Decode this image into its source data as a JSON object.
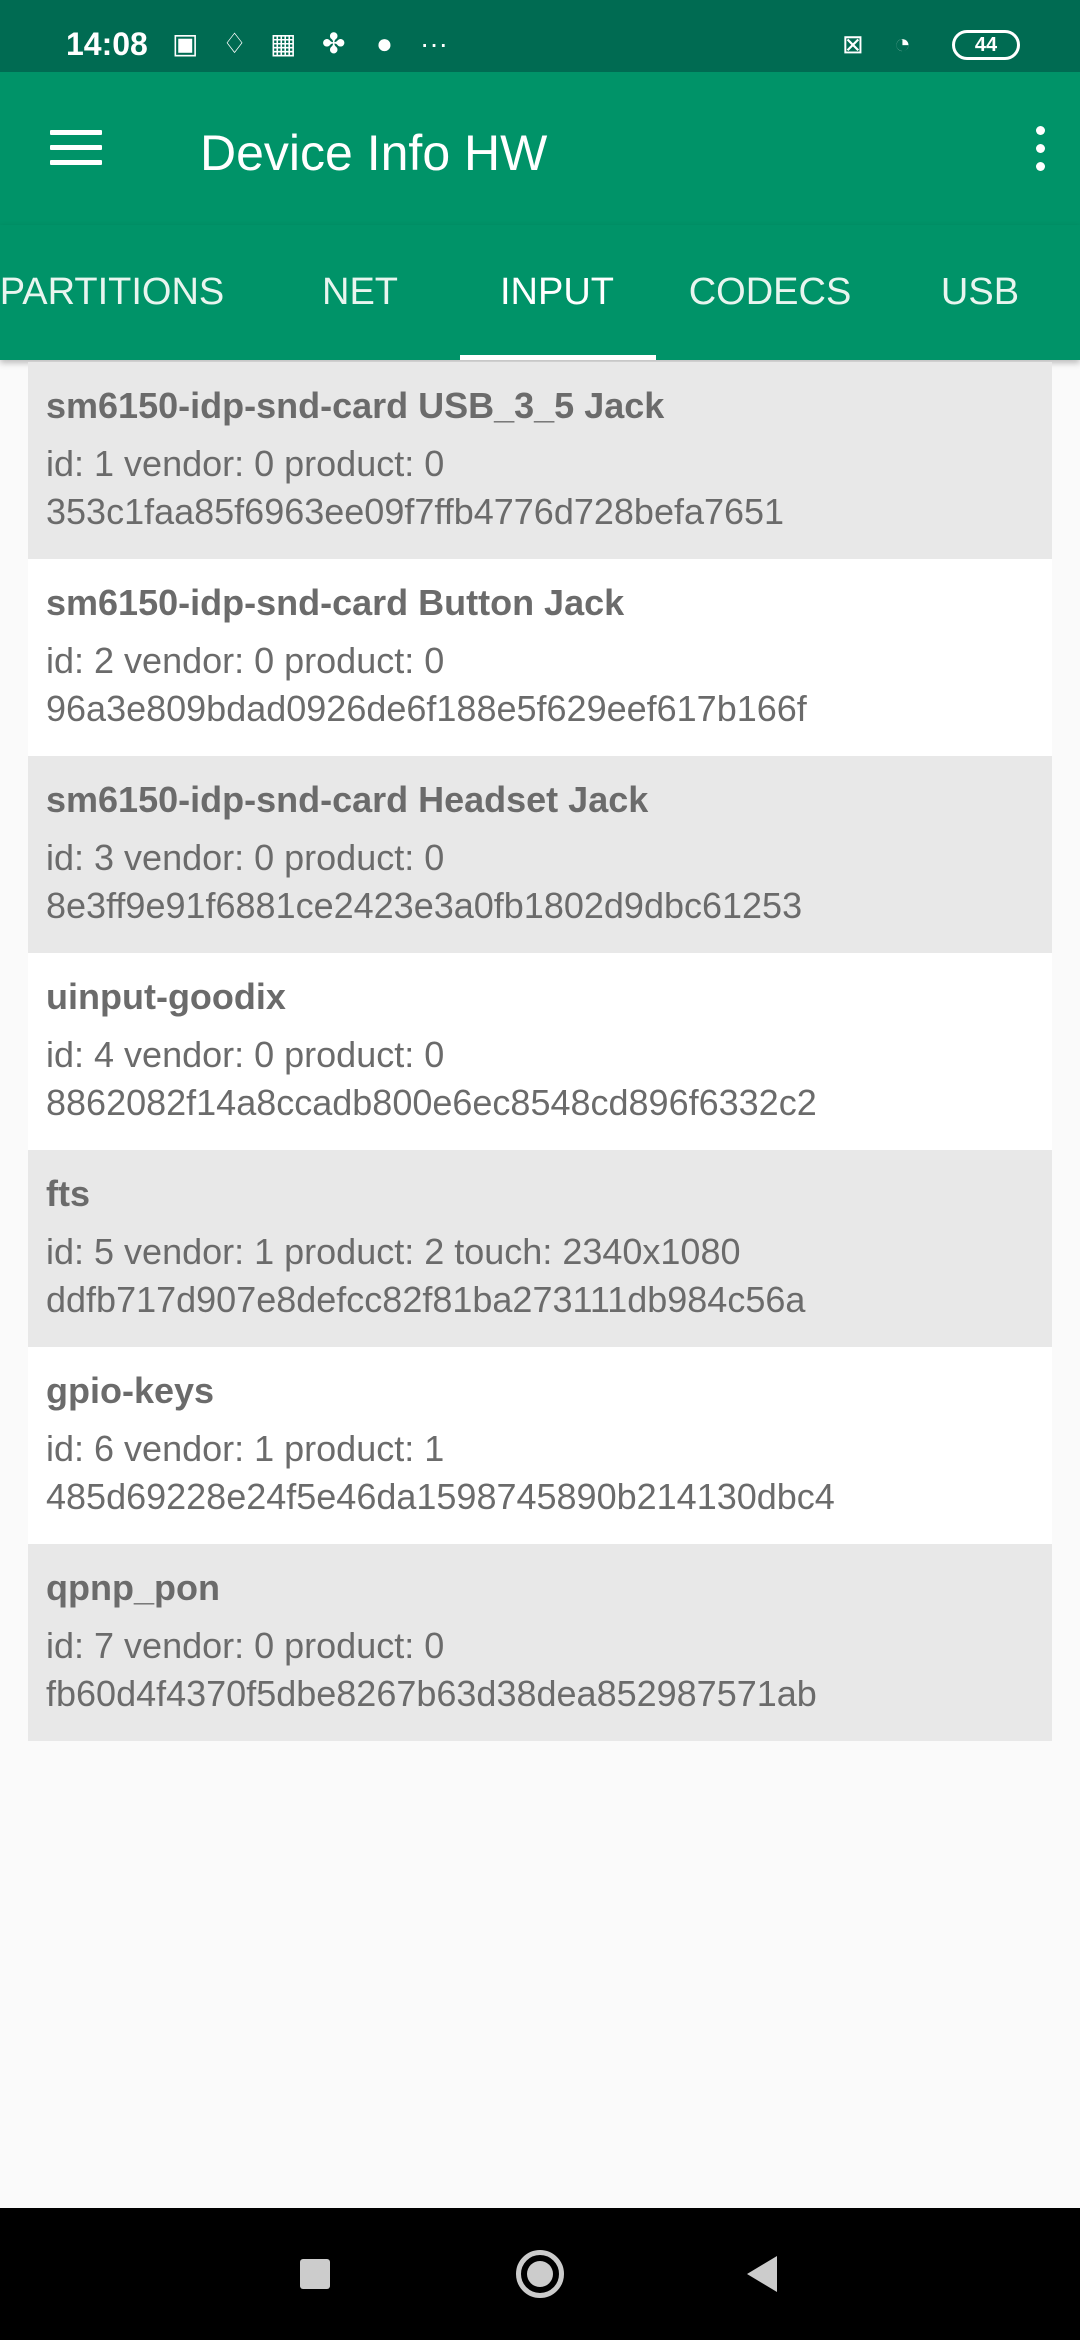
{
  "status_bar": {
    "time": "14:08",
    "battery": "44"
  },
  "toolbar": {
    "title": "Device Info HW"
  },
  "tabs": [
    {
      "label": "PARTITIONS"
    },
    {
      "label": "NET"
    },
    {
      "label": "INPUT",
      "active": true
    },
    {
      "label": "CODECS"
    },
    {
      "label": "USB"
    }
  ],
  "devices": [
    {
      "name": "sm6150-idp-snd-card USB_3_5 Jack",
      "info": "id: 1 vendor: 0 product: 0",
      "hash": "353c1faa85f6963ee09f7ffb4776d728befa7651"
    },
    {
      "name": "sm6150-idp-snd-card Button Jack",
      "info": "id: 2 vendor: 0 product: 0",
      "hash": "96a3e809bdad0926de6f188e5f629eef617b166f"
    },
    {
      "name": "sm6150-idp-snd-card Headset Jack",
      "info": "id: 3 vendor: 0 product: 0",
      "hash": "8e3ff9e91f6881ce2423e3a0fb1802d9dbc61253"
    },
    {
      "name": "uinput-goodix",
      "info": "id: 4 vendor: 0 product: 0",
      "hash": "8862082f14a8ccadb800e6ec8548cd896f6332c2"
    },
    {
      "name": "fts",
      "info": "id: 5 vendor: 1 product: 2 touch: 2340x1080",
      "hash": "ddfb717d907e8defcc82f81ba273111db984c56a"
    },
    {
      "name": "gpio-keys",
      "info": "id: 6 vendor: 1 product: 1",
      "hash": "485d69228e24f5e46da1598745890b214130dbc4"
    },
    {
      "name": "qpnp_pon",
      "info": "id: 7 vendor: 0 product: 0",
      "hash": "fb60d4f4370f5dbe8267b63d38dea852987571ab"
    }
  ],
  "colors": {
    "primary": "#009368",
    "status": "#006b52"
  }
}
